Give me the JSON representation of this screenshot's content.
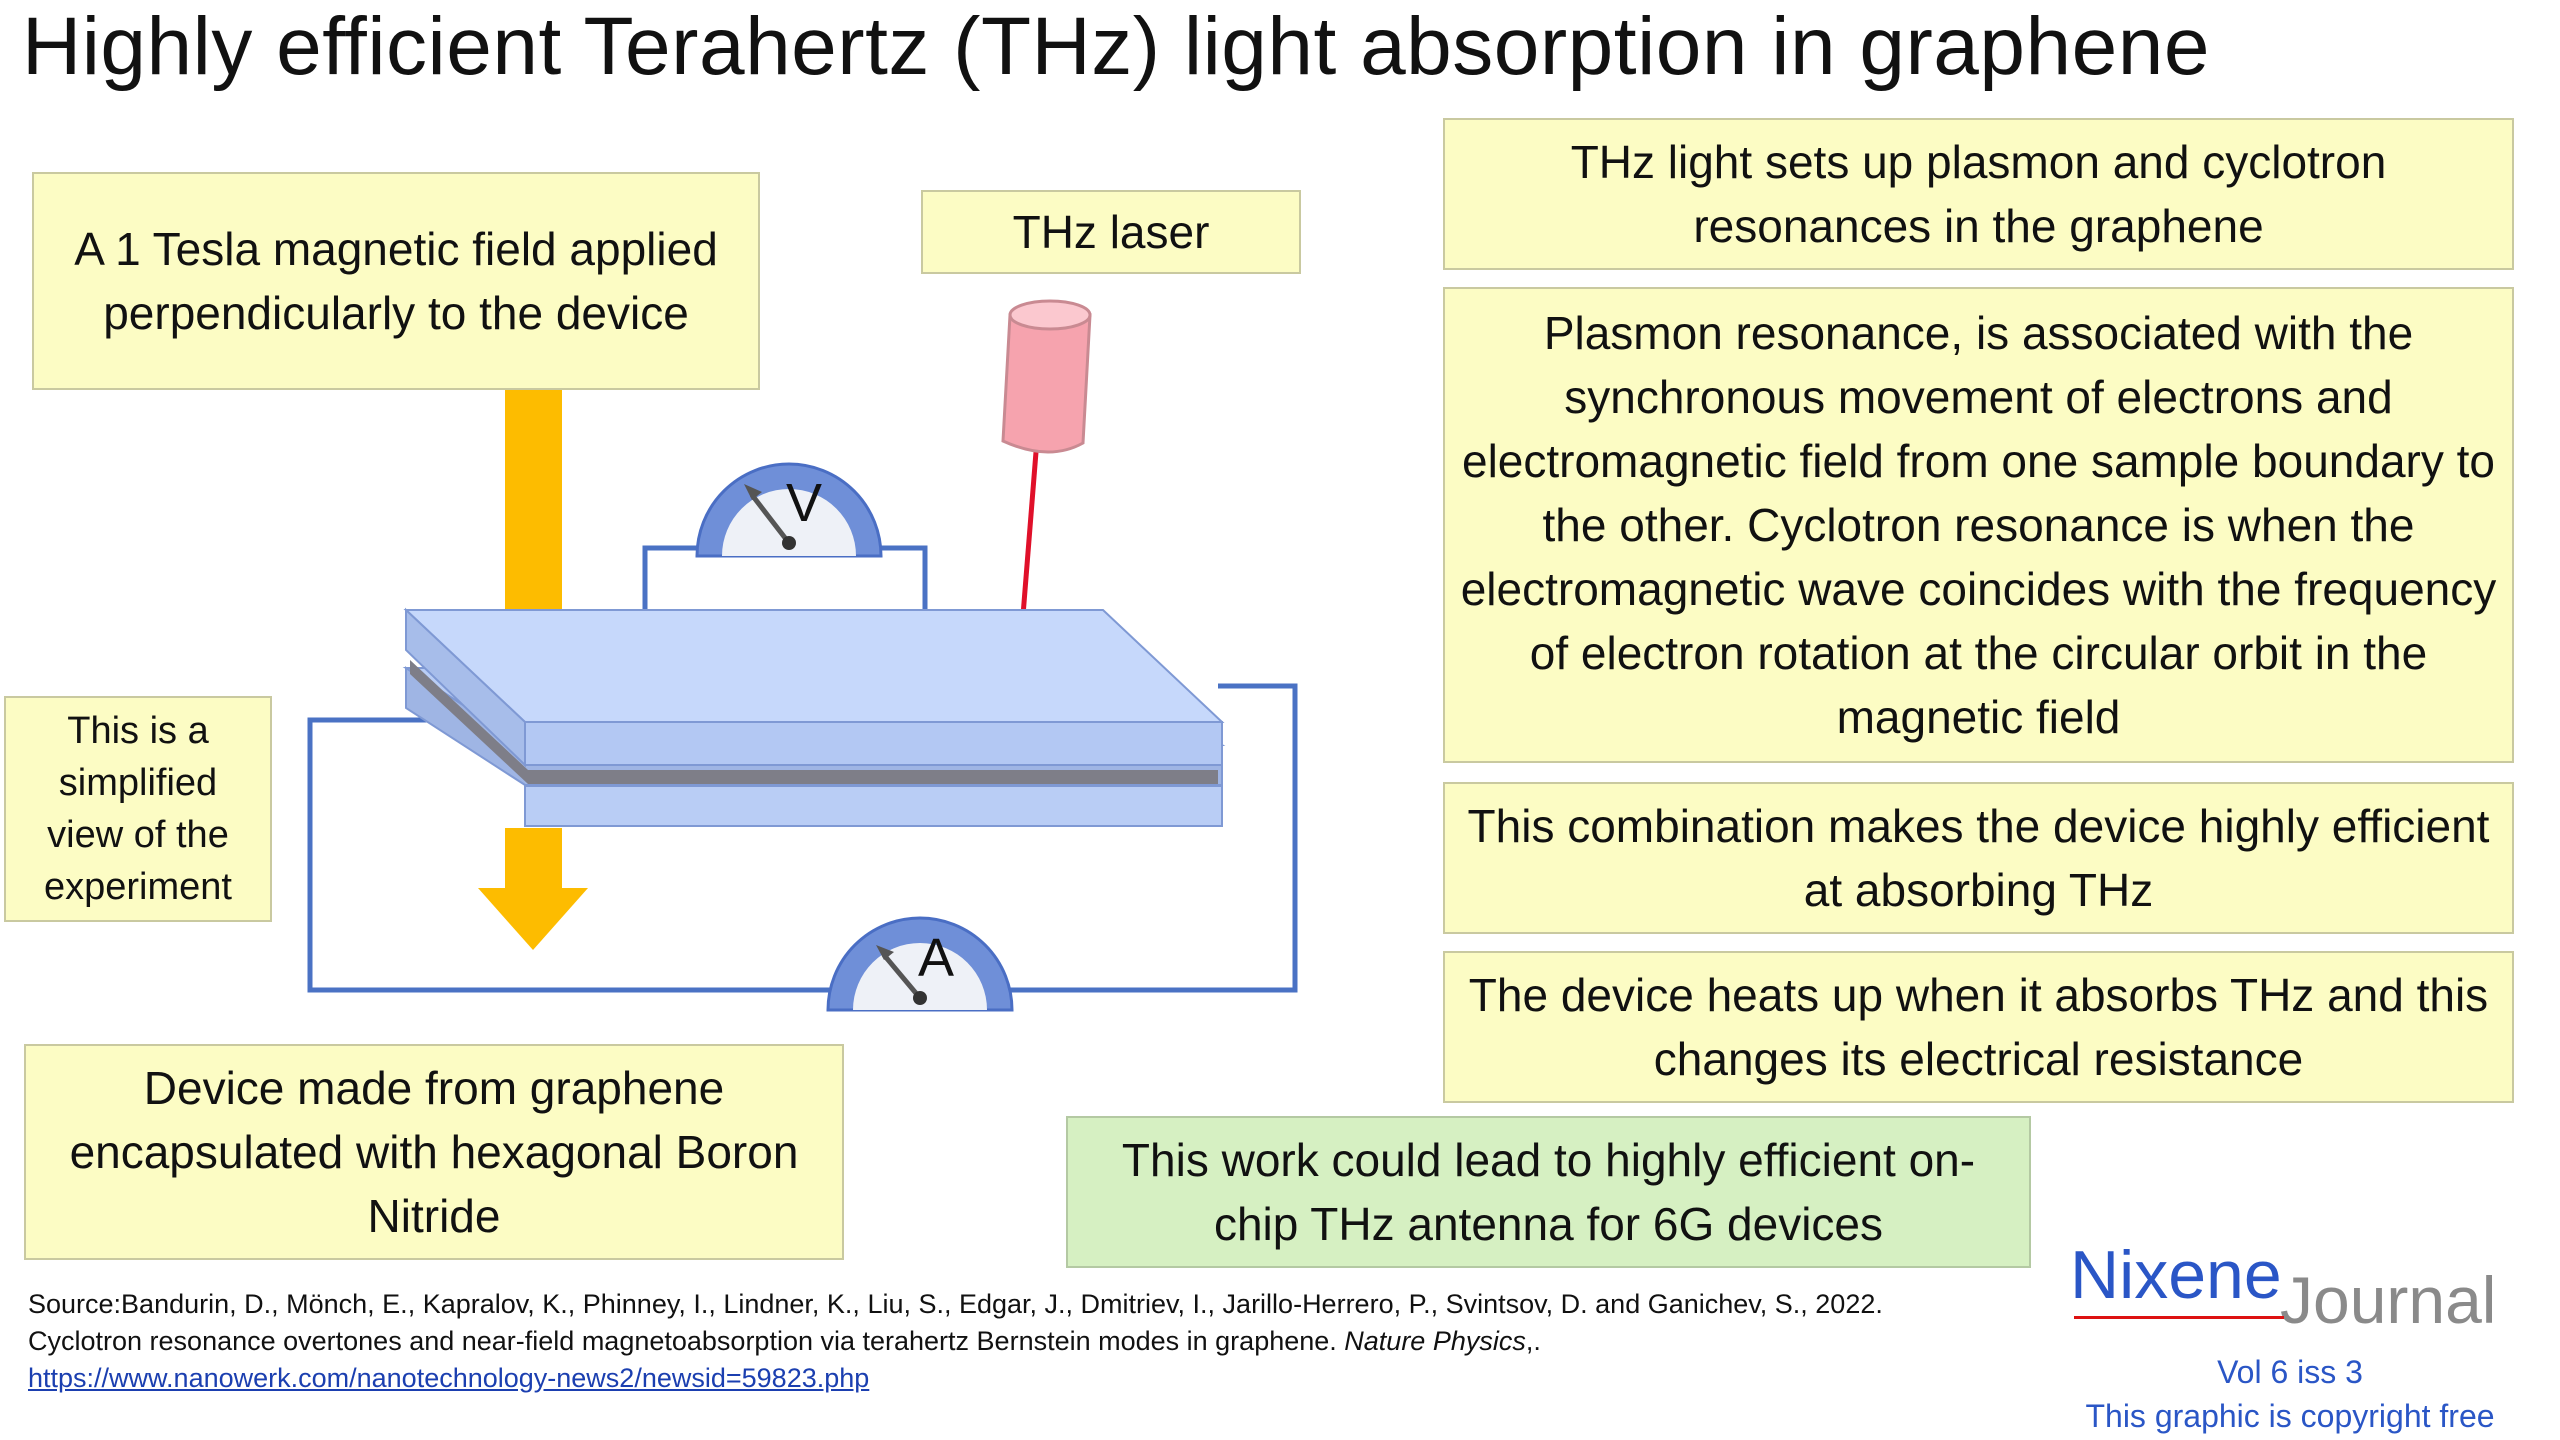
{
  "title": "Highly efficient Terahertz (THz) light absorption in graphene",
  "boxes": {
    "magnetic_field": "A 1 Tesla magnetic field applied perpendicularly to the device",
    "thz_laser": "THz laser",
    "simplified": "This is a simplified view of the experiment",
    "device_made": "Device made from graphene encapsulated with hexagonal Boron Nitride",
    "thz_sets_up": "THz light sets up plasmon and cyclotron resonances in the graphene",
    "plasmon": "Plasmon resonance, is associated with the synchronous movement of electrons and electromagnetic field from one sample boundary to the other. Cyclotron resonance is when the electromagnetic wave coincides with the frequency of electron rotation at the circular orbit in the magnetic field",
    "combination": "This combination makes the device highly efficient at absorbing THz",
    "heats": "The device heats up when it absorbs THz and this changes its electrical resistance",
    "could_lead": "This work could lead to highly efficient on-chip THz antenna for 6G devices"
  },
  "meters": {
    "voltmeter": "V",
    "ammeter": "A"
  },
  "source": {
    "text": "Source:Bandurin, D., Mönch, E., Kapralov, K., Phinney, I., Lindner, K., Liu, S., Edgar, J., Dmitriev, I., Jarillo-Herrero, P., Svintsov, D. and Ganichev, S., 2022. Cyclotron resonance overtones and near-field magnetoabsorption via terahertz Bernstein modes in graphene. ",
    "journal": "Nature Physics",
    "after_journal": ",.",
    "link": "https://www.nanowerk.com/nanotechnology-news2/newsid=59823.php"
  },
  "brand": {
    "name_1": "Nixene",
    "name_2": "Journal",
    "volume": "Vol 6 iss 3",
    "copyright": "This graphic is copyright free"
  },
  "colors": {
    "box_yellow": "#fcfcc4",
    "box_green": "#d6f0c2",
    "plate_blue": "#b9cdf5",
    "arrow_orange": "#fdbc00",
    "laser_pink": "#f6a3ae",
    "beam_red": "#e0102a",
    "wire_blue": "#4a72c4",
    "brand_blue": "#2a56c6"
  }
}
